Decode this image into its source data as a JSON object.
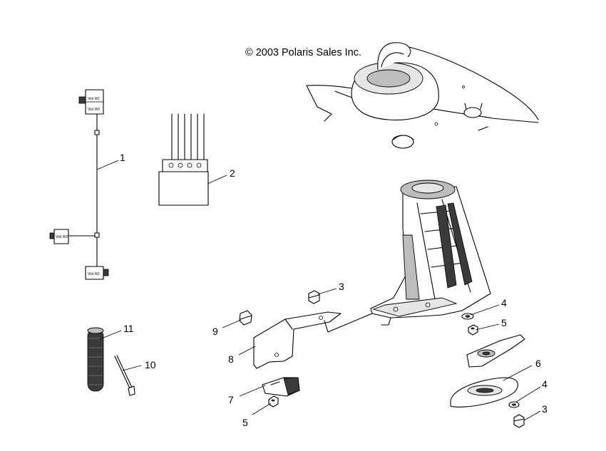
{
  "copyright": "© 2003 Polaris Sales Inc.",
  "callouts": {
    "c1": "1",
    "c2": "2",
    "c3a": "3",
    "c3b": "3",
    "c4a": "4",
    "c4b": "4",
    "c5a": "5",
    "c5b": "5",
    "c6": "6",
    "c7": "7",
    "c8": "8",
    "c9": "9",
    "c10": "10",
    "c11": "11"
  },
  "connector_labels": {
    "top_w1": "Viol W1",
    "top_w2": "Viol W2",
    "mid_w2": "Viol W2",
    "bot_w1": "Viol W1"
  }
}
